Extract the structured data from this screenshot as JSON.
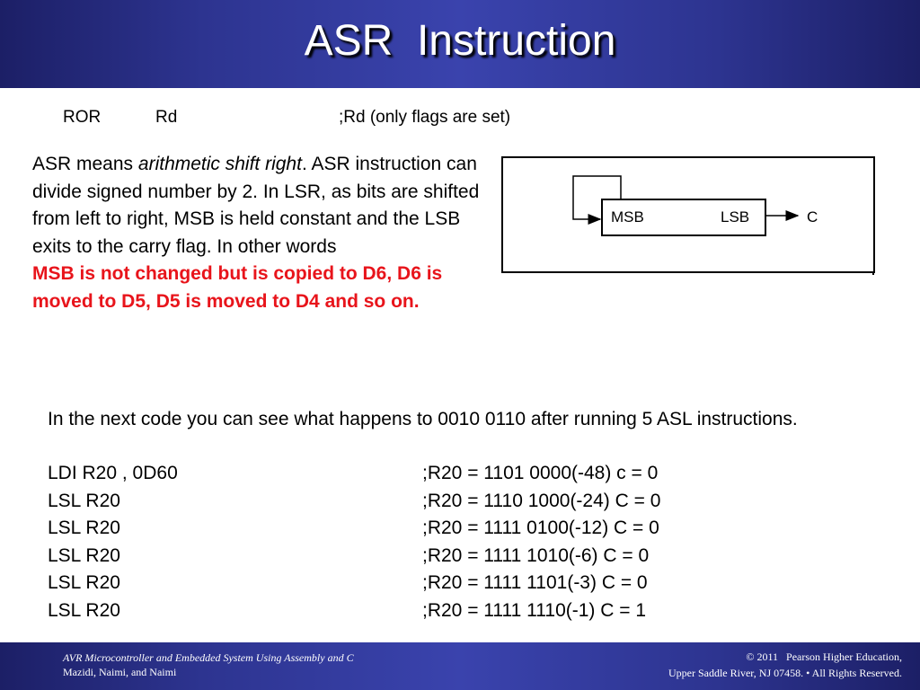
{
  "slide": {
    "title": "ASR  Instruction"
  },
  "syntax": {
    "mnemonic": "ROR",
    "operand": "Rd",
    "comment": ";Rd  (only flags are set)"
  },
  "description": {
    "text_before_italic": "ASR means ",
    "italic": "arithmetic shift right",
    "text_after_italic": ". ASR instruction can divide signed number by 2. In LSR, as bits are shifted from left to right, MSB is held constant and the LSB exits to the carry flag. In other words ",
    "highlight": "MSB is not changed but is copied to D6, D6 is moved to D5, D5 is moved to D4 and so on.",
    "highlight_color": "#e8141b"
  },
  "diagram": {
    "msb_label": "MSB",
    "lsb_label": "LSB",
    "carry_label": "C"
  },
  "example": {
    "intro": "In the next code you can see what happens to 0010 0110 after running 5 ASL instructions.",
    "lines": [
      {
        "code": "LDI    R20 , 0D60",
        "comment": ";R20 = 1101 0000(-48) c = 0"
      },
      {
        "code": "LSL   R20",
        "comment": ";R20 = 1110 1000(-24) C = 0"
      },
      {
        "code": "LSL   R20",
        "comment": ";R20 = 1111 0100(-12) C = 0"
      },
      {
        "code": "LSL   R20",
        "comment": ";R20 = 1111 1010(-6) C = 0"
      },
      {
        "code": "LSL   R20",
        "comment": ";R20 = 1111 1101(-3) C = 0"
      },
      {
        "code": "LSL   R20",
        "comment": ";R20 = 1111 1110(-1) C = 1"
      }
    ]
  },
  "footer": {
    "book_title": "AVR Microcontroller and Embedded System Using Assembly and C",
    "authors": "Mazidi, Naimi, and Naimi",
    "copyright": "© 2011   Pearson Higher Education,",
    "address": "Upper Saddle River, NJ 07458. • All Rights Reserved."
  },
  "colors": {
    "header_footer": "#2d3490",
    "title_text": "#ffffff",
    "highlight": "#e8141b"
  }
}
